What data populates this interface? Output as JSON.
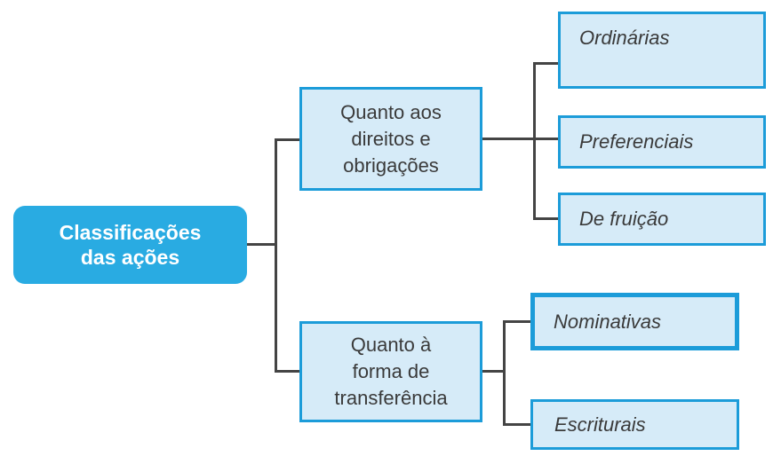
{
  "title": "Classificações das ações",
  "root": {
    "lines": [
      "Classificações",
      "das ações"
    ]
  },
  "branches": [
    {
      "category": {
        "lines": [
          "Quanto aos",
          "direitos e",
          "obrigações"
        ]
      },
      "leaves": [
        "Ordinárias",
        "Preferenciais",
        "De fruição"
      ]
    },
    {
      "category": {
        "lines": [
          "Quanto à",
          "forma de",
          "transferência"
        ]
      },
      "leaves": [
        "Nominativas",
        "Escriturais"
      ]
    }
  ],
  "colors": {
    "root_fill": "#29ABE2",
    "root_text": "#FFFFFF",
    "box_fill": "#D6EBF8",
    "box_border": "#1C9CD9",
    "connector": "#444444",
    "box_text": "#3A3A3A",
    "background": "#FFFFFF"
  }
}
